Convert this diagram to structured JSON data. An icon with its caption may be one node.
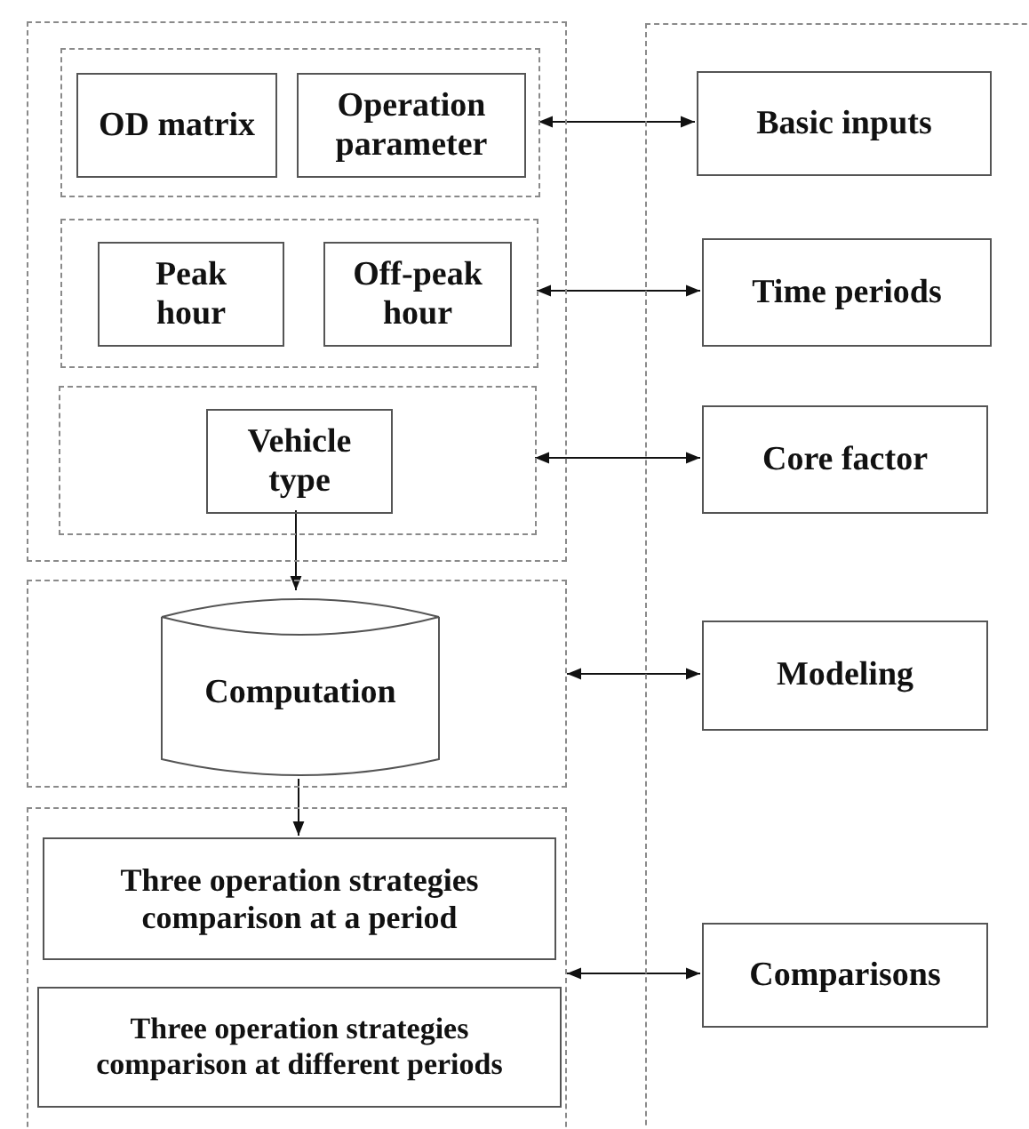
{
  "diagram": {
    "nodes": [
      {
        "text": [],
        "shape": "box"
      },
      {
        "text": [],
        "shape": "box",
        "in": 0
      },
      {
        "text": [
          "OD matrix"
        ],
        "in": 1
      },
      {
        "text": [
          "Operation parameter"
        ],
        "in": 1
      },
      {
        "text": [],
        "shape": "box",
        "in": 0
      },
      {
        "text": [
          "Peak hour"
        ],
        "in": 4
      },
      {
        "text": [
          "Off-peak hour"
        ],
        "in": 4
      },
      {
        "text": [],
        "shape": "box",
        "in": 0
      },
      {
        "text": [
          "Vehicle type"
        ],
        "in": 7
      },
      {
        "text": [],
        "shape": "box"
      },
      {
        "text": [
          "Computation"
        ],
        "in": 9
      },
      {
        "text": [],
        "shape": "box"
      },
      {
        "text": [
          "Three operation strategies comparison at a period"
        ],
        "in": 11
      },
      {
        "text": [
          "Three operation strategies comparison at different periods"
        ],
        "in": 11
      },
      {
        "text": [],
        "shape": "box"
      },
      {
        "text": [
          "Basic inputs"
        ],
        "in": 14
      },
      {
        "text": [
          "Time periods"
        ],
        "in": 14
      },
      {
        "text": [
          "Core factor"
        ],
        "in": 14
      },
      {
        "text": [
          "Modeling"
        ],
        "in": 14
      },
      {
        "text": [
          "Comparisons"
        ],
        "in": 14
      }
    ],
    "edges": [
      {
        "from": 1,
        "to": 15,
        "arrow": "both"
      },
      {
        "from": 4,
        "to": 16,
        "arrow": "both"
      },
      {
        "from": 7,
        "to": 17,
        "arrow": "both"
      },
      {
        "from": 9,
        "to": 18,
        "arrow": "both"
      },
      {
        "from": 11,
        "to": 19,
        "arrow": "both"
      },
      {
        "from": 8,
        "to": 10,
        "arrow": "to"
      },
      {
        "from": 10,
        "to": 12,
        "arrow": "to"
      }
    ]
  }
}
